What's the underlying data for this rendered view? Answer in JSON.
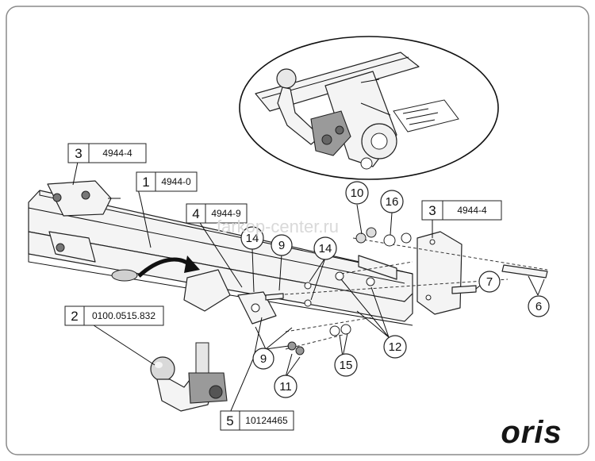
{
  "callouts": [
    {
      "num": "3",
      "code": "4944-4"
    },
    {
      "num": "1",
      "code": "4944-0"
    },
    {
      "num": "4",
      "code": "4944-9"
    },
    {
      "num": "3",
      "code": "4944-4"
    },
    {
      "num": "2",
      "code": "0100.0515.832"
    },
    {
      "num": "5",
      "code": "10124465"
    }
  ],
  "numbers": {
    "n10": "10",
    "n16": "16",
    "n14a": "14",
    "n9a": "9",
    "n14b": "14",
    "n7": "7",
    "n6": "6",
    "n12": "12",
    "n9b": "9",
    "n15": "15",
    "n11": "11"
  },
  "watermark": "farkop-center.ru",
  "logo": "oris",
  "colors": {
    "line": "#111111",
    "background": "#ffffff",
    "frame": "#888888"
  }
}
